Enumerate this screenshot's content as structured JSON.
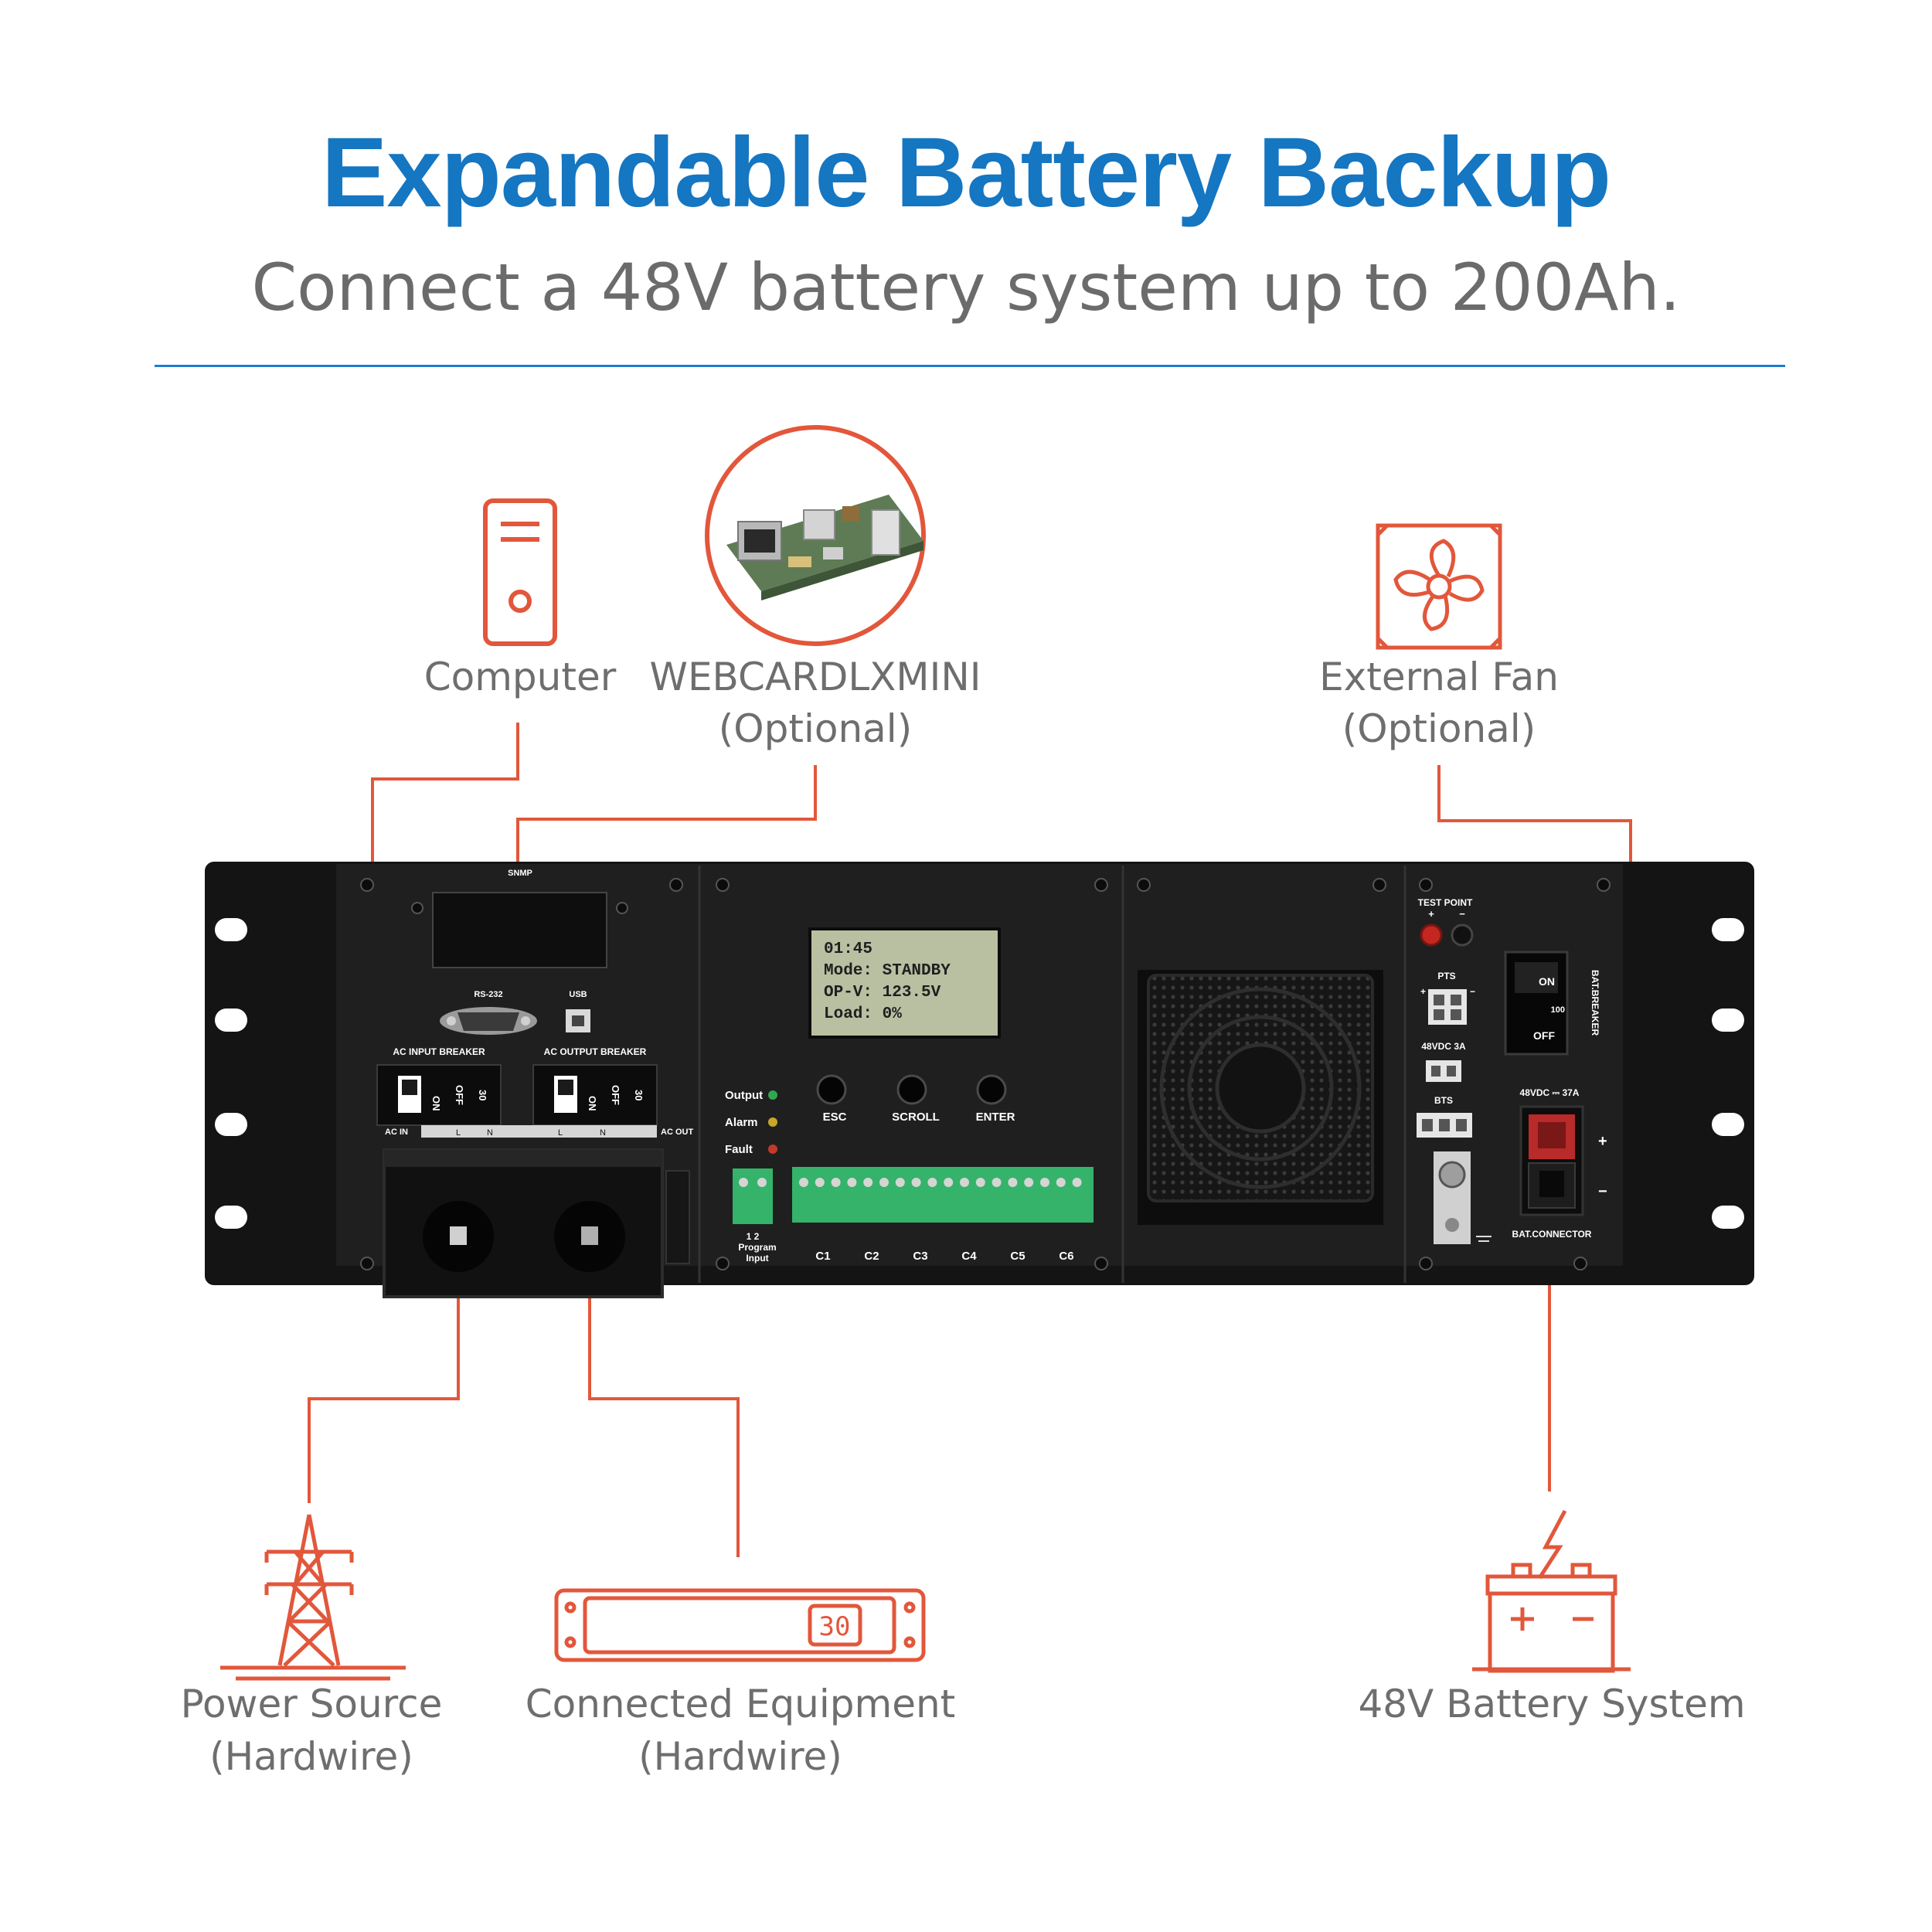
{
  "header": {
    "title": "Expandable Battery Backup",
    "subtitle": "Connect a 48V battery system up to 200Ah."
  },
  "colors": {
    "title": "#1576c2",
    "accent": "#e2573b",
    "rule": "#1e7ccc",
    "panel": "#1c1c1c",
    "lcd": "#b9c0a2",
    "terminal": "#35b36a"
  },
  "callouts": {
    "computer": {
      "label": "Computer",
      "icon": "computer-tower-icon"
    },
    "webcard": {
      "label": "WEBCARDLXMINI",
      "sub": "(Optional)",
      "icon": "network-card-photo"
    },
    "fan": {
      "label": "External Fan",
      "sub": "(Optional)",
      "icon": "fan-icon"
    },
    "power": {
      "label": "Power Source",
      "sub": "(Hardwire)",
      "icon": "power-tower-icon"
    },
    "equipment": {
      "label": "Connected Equipment",
      "sub": "(Hardwire)",
      "icon": "rack-equipment-icon",
      "display": "30"
    },
    "battery": {
      "label": "48V Battery System",
      "icon": "battery-icon"
    }
  },
  "panel": {
    "snmp": "SNMP",
    "rs232": "RS-232",
    "usb": "USB",
    "ac_input_breaker": "AC INPUT BREAKER",
    "ac_output_breaker": "AC OUTPUT BREAKER",
    "on": "ON",
    "off": "OFF",
    "rating": "30",
    "ac_in": "AC IN",
    "ac_out": "AC OUT",
    "l": "L",
    "n": "N",
    "lcd": [
      "01:45",
      "Mode: STANDBY",
      "OP-V: 123.5V",
      "Load: 0%"
    ],
    "leds": [
      "Output",
      "Alarm",
      "Fault"
    ],
    "buttons": [
      "ESC",
      "SCROLL",
      "ENTER"
    ],
    "program_pins": "1  2",
    "program": "Program",
    "input": "Input",
    "relay_groups": [
      "C1",
      "C2",
      "C3",
      "C4",
      "C5",
      "C6"
    ],
    "test_point": "TEST POINT",
    "plus": "+",
    "minus": "−",
    "pts": "PTS",
    "dc_48_3a": "48VDC  3A",
    "bts": "BTS",
    "dc_48_37a": "48VDC ⎓ 37A",
    "bat_breaker": "BAT.BREAKER",
    "on_i": "ON",
    "breaker_100": "100",
    "bat_connector": "BAT.CONNECTOR"
  }
}
